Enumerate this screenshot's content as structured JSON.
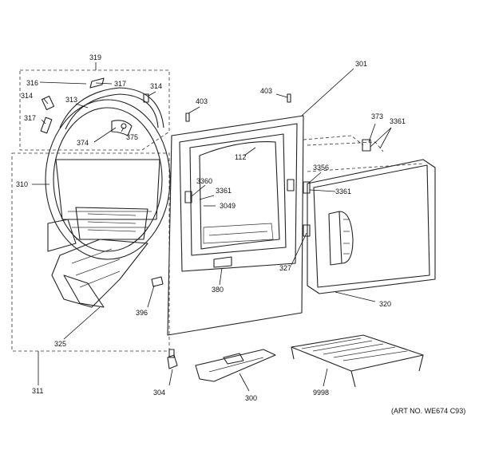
{
  "labels": [
    {
      "id": "319",
      "text": "319"
    },
    {
      "id": "316",
      "text": "316"
    },
    {
      "id": "317a",
      "text": "317"
    },
    {
      "id": "314a",
      "text": "314"
    },
    {
      "id": "314b",
      "text": "314"
    },
    {
      "id": "313",
      "text": "313"
    },
    {
      "id": "317b",
      "text": "317"
    },
    {
      "id": "374",
      "text": "374"
    },
    {
      "id": "375",
      "text": "375"
    },
    {
      "id": "310",
      "text": "310"
    },
    {
      "id": "403a",
      "text": "403"
    },
    {
      "id": "403b",
      "text": "403"
    },
    {
      "id": "301",
      "text": "301"
    },
    {
      "id": "112",
      "text": "112"
    },
    {
      "id": "3360",
      "text": "3360"
    },
    {
      "id": "3361a",
      "text": "3361"
    },
    {
      "id": "3049",
      "text": "3049"
    },
    {
      "id": "373",
      "text": "373"
    },
    {
      "id": "3361b",
      "text": "3361"
    },
    {
      "id": "3356",
      "text": "3356"
    },
    {
      "id": "3361c",
      "text": "3361"
    },
    {
      "id": "327",
      "text": "327"
    },
    {
      "id": "380",
      "text": "380"
    },
    {
      "id": "320",
      "text": "320"
    },
    {
      "id": "396",
      "text": "396"
    },
    {
      "id": "325",
      "text": "325"
    },
    {
      "id": "311",
      "text": "311"
    },
    {
      "id": "304",
      "text": "304"
    },
    {
      "id": "300",
      "text": "300"
    },
    {
      "id": "9998",
      "text": "9998"
    }
  ],
  "art_number": "(ART NO. WE674 C93)"
}
